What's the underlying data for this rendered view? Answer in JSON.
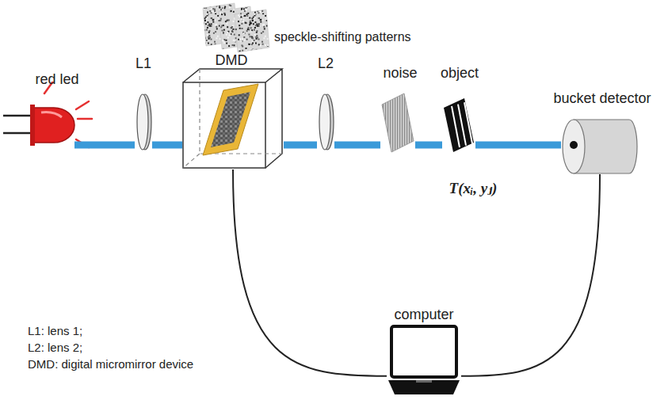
{
  "diagram": {
    "nodes": [
      {
        "text": [
          "red led"
        ]
      },
      {
        "text": [
          "L1"
        ]
      },
      {
        "text": [
          "DMD"
        ]
      },
      {
        "text": [
          "L2"
        ]
      },
      {
        "text": [
          "noise"
        ]
      },
      {
        "text": [
          "object",
          "T(xᵢ, yⱼ)"
        ]
      },
      {
        "text": [
          "bucket detector"
        ]
      },
      {
        "text": [
          "computer"
        ]
      }
    ],
    "edges": [
      {
        "from": 0,
        "to": 1,
        "arrow": "none"
      },
      {
        "from": 1,
        "to": 2,
        "arrow": "none"
      },
      {
        "from": 2,
        "to": 3,
        "arrow": "none"
      },
      {
        "from": 3,
        "to": 4,
        "arrow": "none"
      },
      {
        "from": 4,
        "to": 5,
        "arrow": "none"
      },
      {
        "from": 5,
        "to": 6,
        "arrow": "none"
      },
      {
        "from": 2,
        "to": 7,
        "arrow": "none"
      },
      {
        "from": 6,
        "to": 7,
        "arrow": "none"
      }
    ],
    "labels": [
      "speckle-shifting patterns",
      "L1: lens 1;",
      "L2: lens 2;",
      "DMD: digital micromirror device"
    ]
  }
}
